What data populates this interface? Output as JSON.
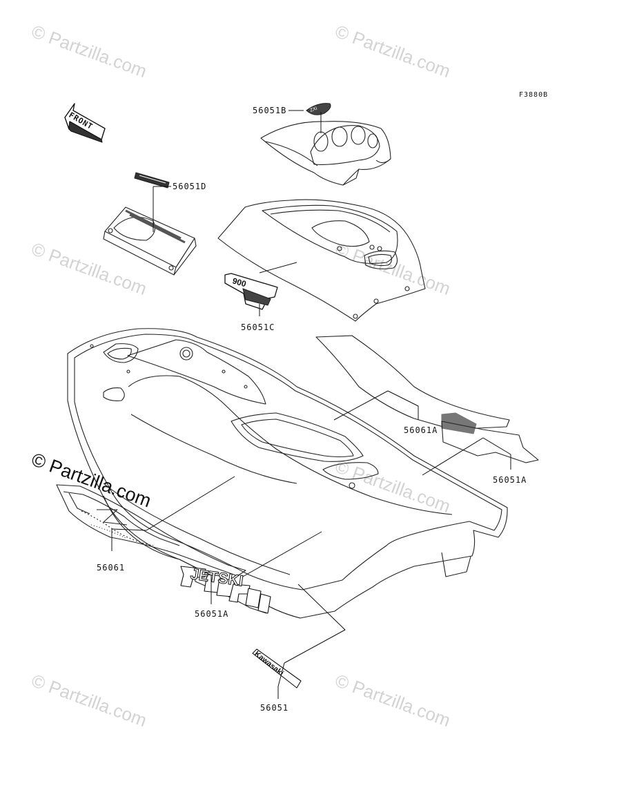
{
  "figure_code": "F3880B",
  "front_label": "FRONT",
  "watermarks": [
    "© Partzilla.com",
    "© Partzilla.com",
    "© Partzilla.com",
    "© Partzilla.com",
    "© Partzilla.com",
    "© Partzilla.com",
    "© Partzilla.com"
  ],
  "watermark_main": "© Partzilla.com",
  "parts": {
    "p56051B": "56051B",
    "p56051D": "56051D",
    "p56051C": "56051C",
    "p56061A": "56061A",
    "p56051A_right": "56051A",
    "p56061": "56061",
    "p56051A_left": "56051A",
    "p56051": "56051"
  },
  "decal_texts": {
    "jetski": "JETSKI",
    "kawasaki": "Kawasaki",
    "model_number": "900",
    "badge_text": "ZXi"
  }
}
